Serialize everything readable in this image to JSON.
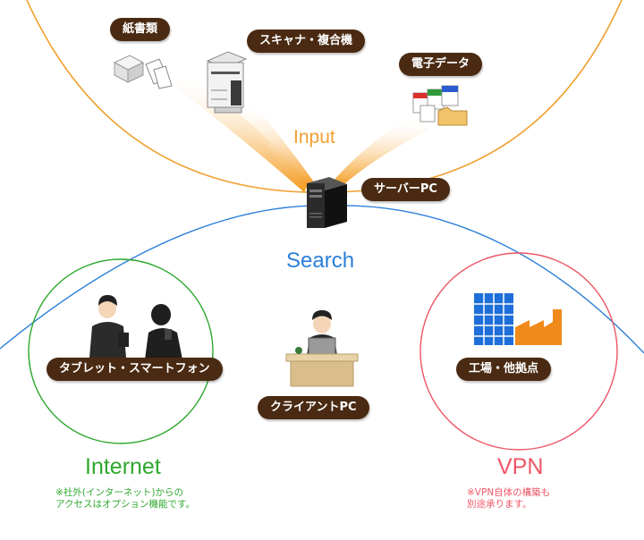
{
  "input_items": {
    "paper": "紙書類",
    "scanner": "スキャナ・複合機",
    "digital": "電子データ"
  },
  "server": "サーバーPC",
  "labels": {
    "input": "Input",
    "search": "Search",
    "internet": "Internet",
    "vpn": "VPN"
  },
  "clients": {
    "tablet": "タブレット・スマートフォン",
    "client_pc": "クライアントPC",
    "factory": "工場・他拠点"
  },
  "notes": {
    "internet": "※社外(インターネット)からの\nアクセスはオプション機能です。",
    "vpn": "※VPN自体の構築も\n別途承ります。"
  },
  "colors": {
    "pill": "#4a2a12",
    "input": "#f0a030",
    "search": "#2b7fd9",
    "internet": "#2ea82e",
    "vpn": "#ee5566"
  }
}
